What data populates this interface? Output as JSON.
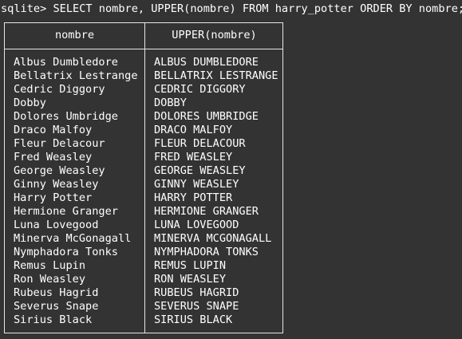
{
  "terminal": {
    "prompt": "sqlite>",
    "command": "SELECT nombre, UPPER(nombre) FROM harry_potter ORDER BY nombre;"
  },
  "result": {
    "columns": [
      "nombre",
      "UPPER(nombre)"
    ],
    "rows": [
      [
        "Albus Dumbledore",
        "ALBUS DUMBLEDORE"
      ],
      [
        "Bellatrix Lestrange",
        "BELLATRIX LESTRANGE"
      ],
      [
        "Cedric Diggory",
        "CEDRIC DIGGORY"
      ],
      [
        "Dobby",
        "DOBBY"
      ],
      [
        "Dolores Umbridge",
        "DOLORES UMBRIDGE"
      ],
      [
        "Draco Malfoy",
        "DRACO MALFOY"
      ],
      [
        "Fleur Delacour",
        "FLEUR DELACOUR"
      ],
      [
        "Fred Weasley",
        "FRED WEASLEY"
      ],
      [
        "George Weasley",
        "GEORGE WEASLEY"
      ],
      [
        "Ginny Weasley",
        "GINNY WEASLEY"
      ],
      [
        "Harry Potter",
        "HARRY POTTER"
      ],
      [
        "Hermione Granger",
        "HERMIONE GRANGER"
      ],
      [
        "Luna Lovegood",
        "LUNA LOVEGOOD"
      ],
      [
        "Minerva McGonagall",
        "MINERVA MCGONAGALL"
      ],
      [
        "Nymphadora Tonks",
        "NYMPHADORA TONKS"
      ],
      [
        "Remus Lupin",
        "REMUS LUPIN"
      ],
      [
        "Ron Weasley",
        "RON WEASLEY"
      ],
      [
        "Rubeus Hagrid",
        "RUBEUS HAGRID"
      ],
      [
        "Severus Snape",
        "SEVERUS SNAPE"
      ],
      [
        "Sirius Black",
        "SIRIUS BLACK"
      ]
    ]
  },
  "colors": {
    "background": "#333333",
    "text": "#ffffff",
    "border": "#e6e6e6"
  }
}
